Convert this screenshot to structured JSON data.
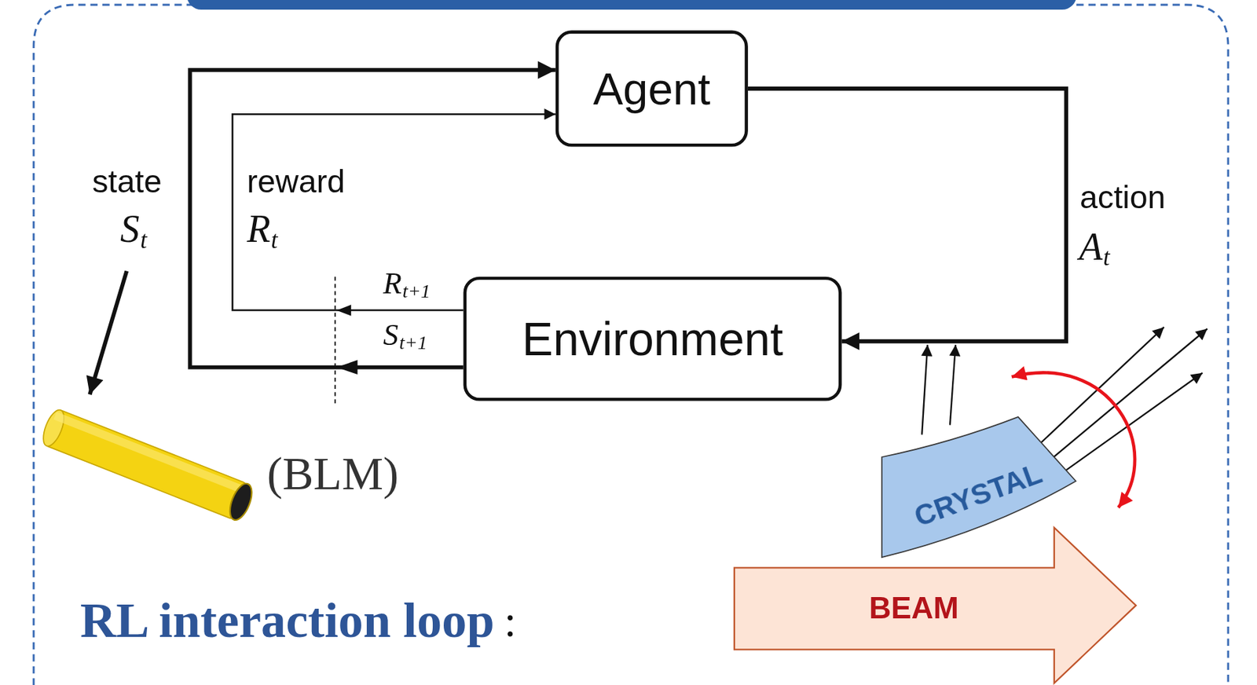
{
  "diagram": {
    "nodes": [
      {
        "text": [
          "Agent"
        ]
      },
      {
        "text": [
          "Environment"
        ]
      },
      {
        "text": [
          "CRYSTAL"
        ]
      },
      {
        "text": [
          "BEAM"
        ]
      }
    ],
    "edges": [
      {
        "from": 0,
        "to": 1,
        "label": "action",
        "arrow": "to"
      },
      {
        "from": 1,
        "to": 0,
        "label": "state",
        "arrow": "to"
      },
      {
        "from": 1,
        "to": 0,
        "label": "reward",
        "arrow": "to"
      }
    ],
    "labels": [
      "S",
      "t",
      "R",
      "t",
      "A",
      "t",
      "R",
      "t+1",
      "S",
      "t+1",
      "(BLM)",
      "RL interaction loop",
      ":"
    ]
  }
}
